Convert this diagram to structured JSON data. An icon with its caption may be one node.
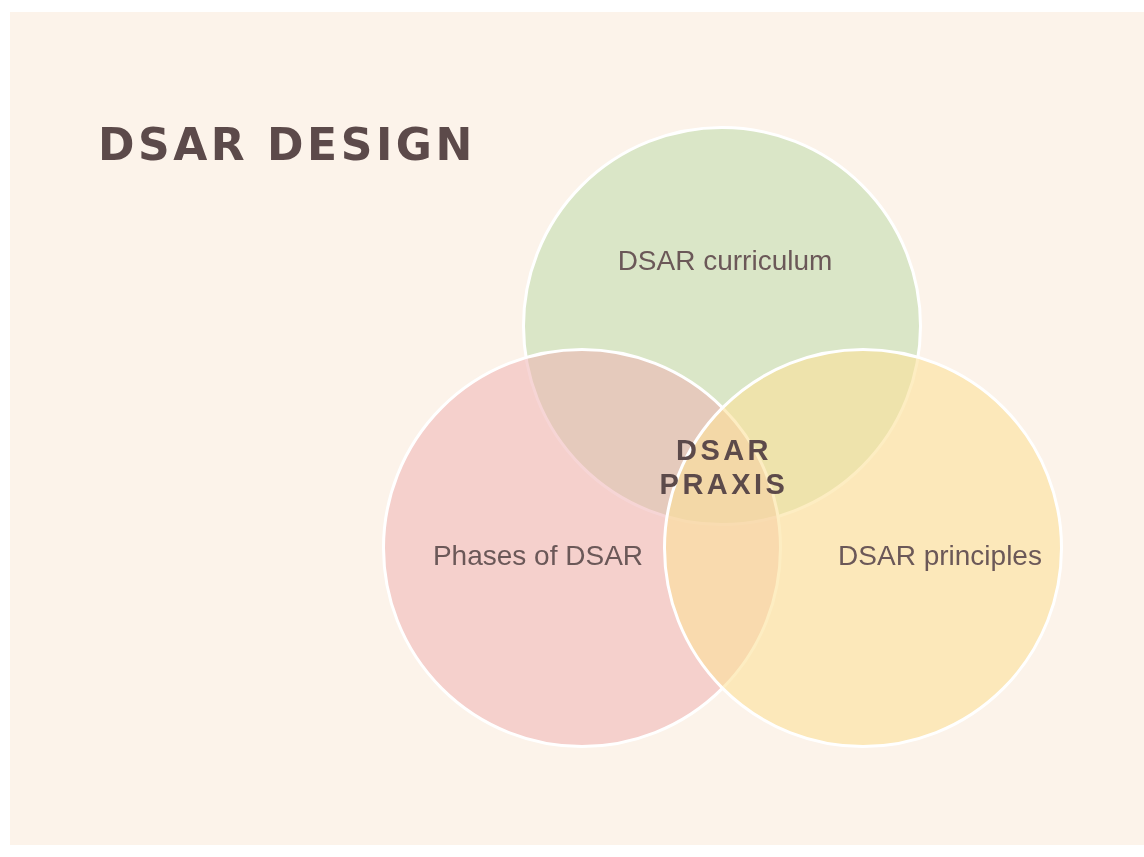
{
  "diagram": {
    "title": "DSAR DESIGN",
    "nodes": [
      {
        "text": [
          "DSAR curriculum"
        ]
      },
      {
        "text": [
          "Phases of DSAR"
        ]
      },
      {
        "text": [
          "DSAR principles"
        ]
      }
    ],
    "labels": [
      "DSAR PRAXIS"
    ]
  }
}
